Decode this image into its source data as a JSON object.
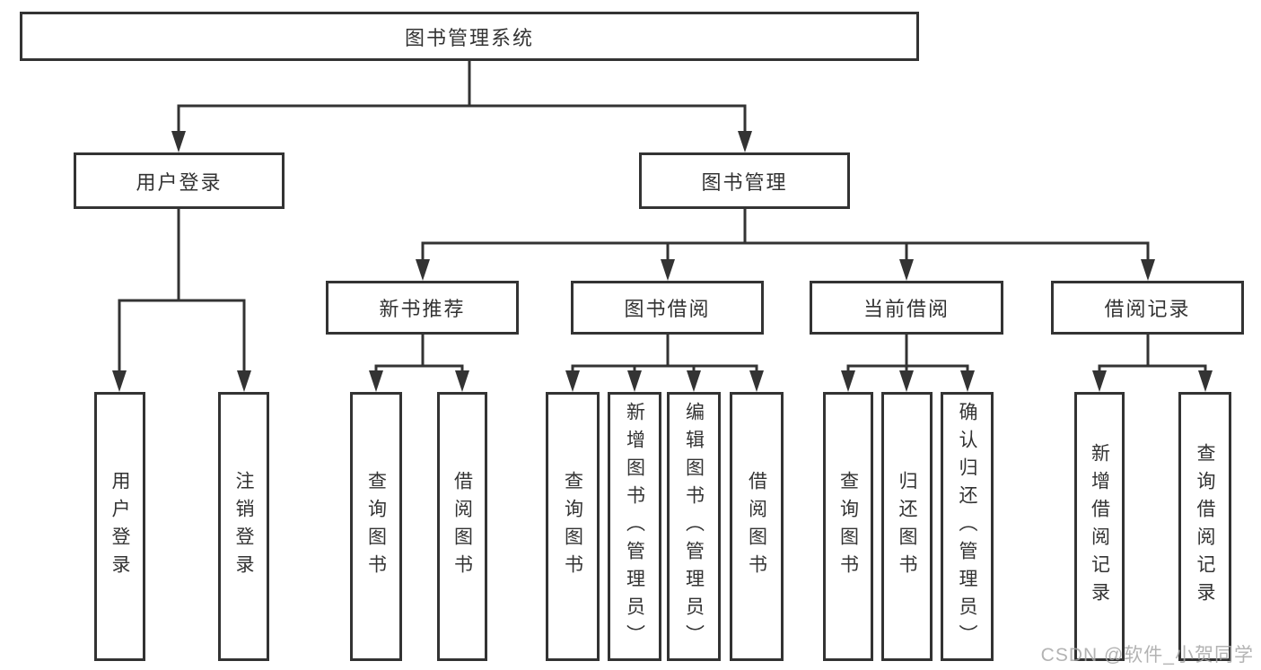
{
  "tree": {
    "root": {
      "label": "图书管理系统"
    },
    "branches": [
      {
        "label": "用户登录",
        "children": [
          {
            "label": "用户登录"
          },
          {
            "label": "注销登录"
          }
        ]
      },
      {
        "label": "图书管理",
        "groups": [
          {
            "label": "新书推荐",
            "children": [
              {
                "label": "查询图书"
              },
              {
                "label": "借阅图书"
              }
            ]
          },
          {
            "label": "图书借阅",
            "children": [
              {
                "label": "查询图书"
              },
              {
                "label": "新增图书（管理员）"
              },
              {
                "label": "编辑图书（管理员）"
              },
              {
                "label": "借阅图书"
              }
            ]
          },
          {
            "label": "当前借阅",
            "children": [
              {
                "label": "查询图书"
              },
              {
                "label": "归还图书"
              },
              {
                "label": "确认归还（管理员）"
              }
            ]
          },
          {
            "label": "借阅记录",
            "children": [
              {
                "label": "新增借阅记录"
              },
              {
                "label": "查询借阅记录"
              }
            ]
          }
        ]
      }
    ]
  },
  "watermark": {
    "text": "CSDN @软件_小贺同学"
  },
  "colors": {
    "line": "#333333",
    "box_border": "#333333",
    "text": "#333333",
    "background": "#ffffff",
    "watermark": "#a6a6a6"
  }
}
